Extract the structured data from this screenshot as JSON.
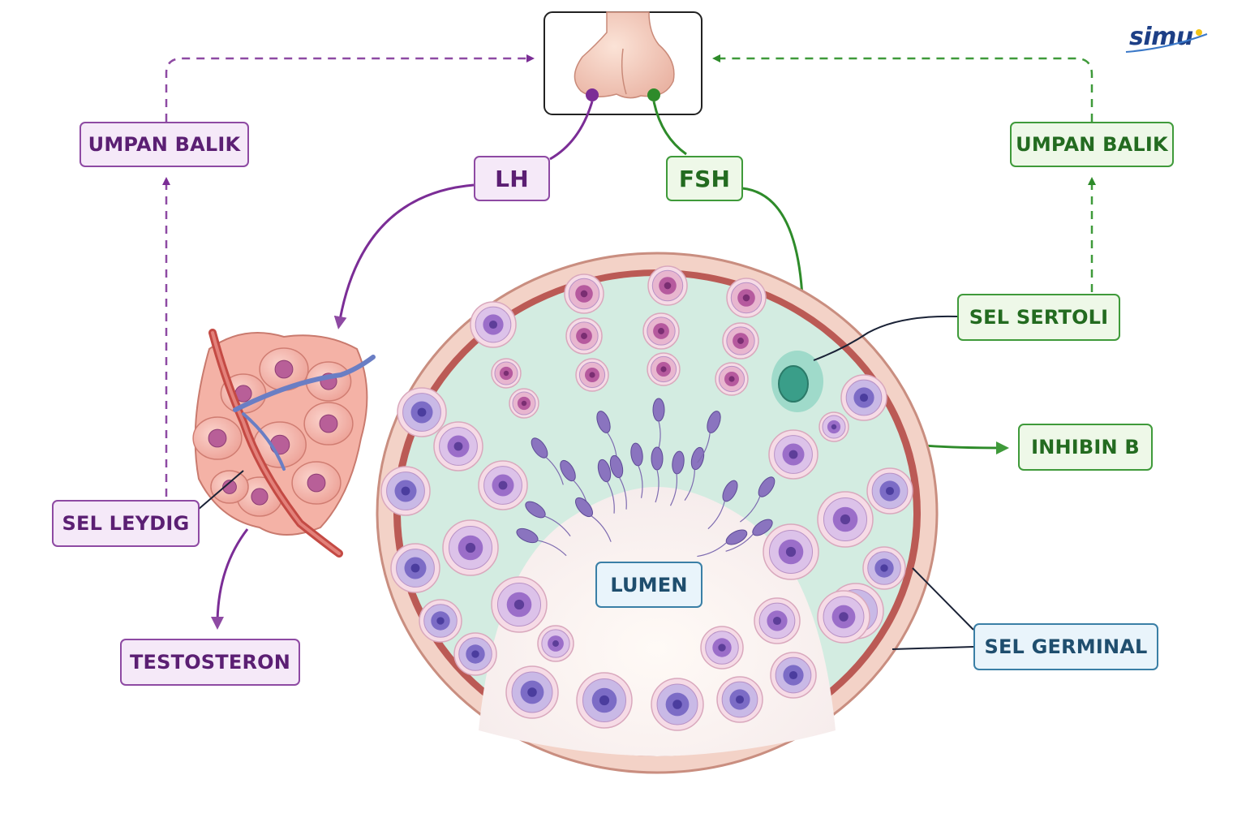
{
  "labels": {
    "umpan_balik_left": "UMPAN BALIK",
    "umpan_balik_right": "UMPAN BALIK",
    "lh": "LH",
    "fsh": "FSH",
    "sel_sertoli": "SEL SERTOLI",
    "inhibin_b": "INHIBIN B",
    "sel_leydig": "SEL LEYDIG",
    "testosteron": "TESTOSTERON",
    "lumen": "LUMEN",
    "sel_germinal": "SEL GERMINAL"
  },
  "logo": "simu",
  "colors": {
    "purple_accent": "#7b2d96",
    "green_accent": "#2e8b2a",
    "blue_accent": "#2f6e95"
  }
}
